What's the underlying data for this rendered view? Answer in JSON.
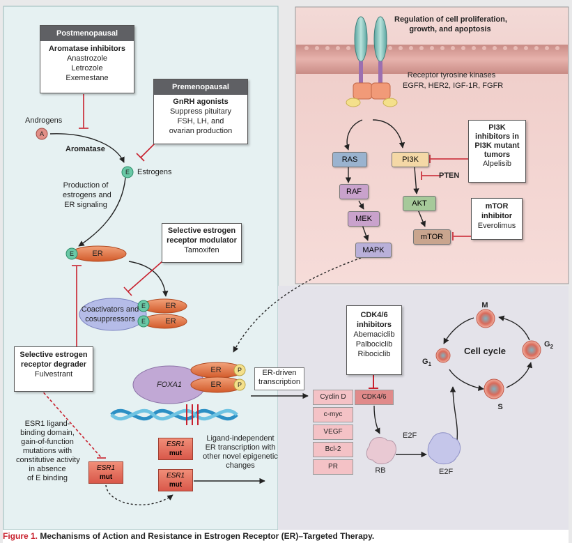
{
  "left_panel": {
    "postmenopausal": {
      "header": "Postmenopausal",
      "title": "Aromatase inhibitors",
      "drugs": [
        "Anastrozole",
        "Letrozole",
        "Exemestane"
      ]
    },
    "premenopausal": {
      "header": "Premenopausal",
      "title": "GnRH agonists",
      "lines": [
        "Suppress pituitary",
        "FSH, LH, and",
        "ovarian production"
      ]
    },
    "androgens": "Androgens",
    "androgen_symbol": "A",
    "aromatase": "Aromatase",
    "estrogen_symbol": "E",
    "estrogens": "Estrogens",
    "production": [
      "Production of",
      "estrogens and",
      "ER signaling"
    ],
    "er": "ER",
    "serm": {
      "title_lines": [
        "Selective estrogen",
        "receptor modulator"
      ],
      "drug": "Tamoxifen"
    },
    "coactivators": [
      "Coactivators and",
      "cosuppressors"
    ],
    "serd": {
      "title_lines": [
        "Selective estrogen",
        "receptor degrader"
      ],
      "drug": "Fulvestrant"
    },
    "foxa1": "FOXA1",
    "p_symbol": "P",
    "er_driven": [
      "ER-driven",
      "transcription"
    ],
    "esr1_text": [
      "ESR1 ligand-",
      "binding domain,",
      "gain-of-function",
      "mutations with",
      "constitutive activity",
      "in absence",
      "of E binding"
    ],
    "esr1_label": "ESR1",
    "mut_label": "mut",
    "ligand_independent": [
      "Ligand-independent",
      "ER transcription with",
      "other novel epigenetic",
      "changes"
    ],
    "genes": [
      "Cyclin D",
      "c-myc",
      "VEGF",
      "Bcl-2",
      "PR"
    ]
  },
  "rtk_panel": {
    "regulation": [
      "Regulation of cell proliferation,",
      "growth, and apoptosis"
    ],
    "rtk_title": "Receptor tyrosine kinases",
    "rtk_list": "EGFR, HER2, IGF-1R, FGFR",
    "ras": "RAS",
    "raf": "RAF",
    "mek": "MEK",
    "mapk": "MAPK",
    "pi3k": "PI3K",
    "pten": "PTEN",
    "akt": "AKT",
    "mtor": "mTOR",
    "pi3k_inhib": {
      "title_lines": [
        "PI3K",
        "inhibitors in",
        "PI3K mutant",
        "tumors"
      ],
      "drug": "Alpelisib"
    },
    "mtor_inhib": {
      "title_lines": [
        "mTOR",
        "inhibitor"
      ],
      "drug": "Everolimus"
    }
  },
  "cell_cycle": {
    "cdk_inhib": {
      "title_lines": [
        "CDK4/6",
        "inhibitors"
      ],
      "drugs": [
        "Abemaciclib",
        "Palbociclib",
        "Ribociclib"
      ]
    },
    "cdk46": "CDK4/6",
    "rb": "RB",
    "e2f": "E2F",
    "title": "Cell cycle",
    "m": "M",
    "g1": "G",
    "g1_sub": "1",
    "g2": "G",
    "g2_sub": "2",
    "s": "S"
  },
  "caption": {
    "figure": "Figure 1.",
    "text": "Mechanisms of Action and Resistance in Estrogen Receptor (ER)–Targeted Therapy."
  },
  "colors": {
    "inhibit_red": "#c8202d",
    "ras_blue": "#9ab3cf",
    "raf_purple": "#c9a2cc",
    "akt_green": "#a6c99a",
    "mtor_brown": "#c9a58e",
    "er_orange": "#e3773f",
    "e_green": "#69c8a6"
  }
}
